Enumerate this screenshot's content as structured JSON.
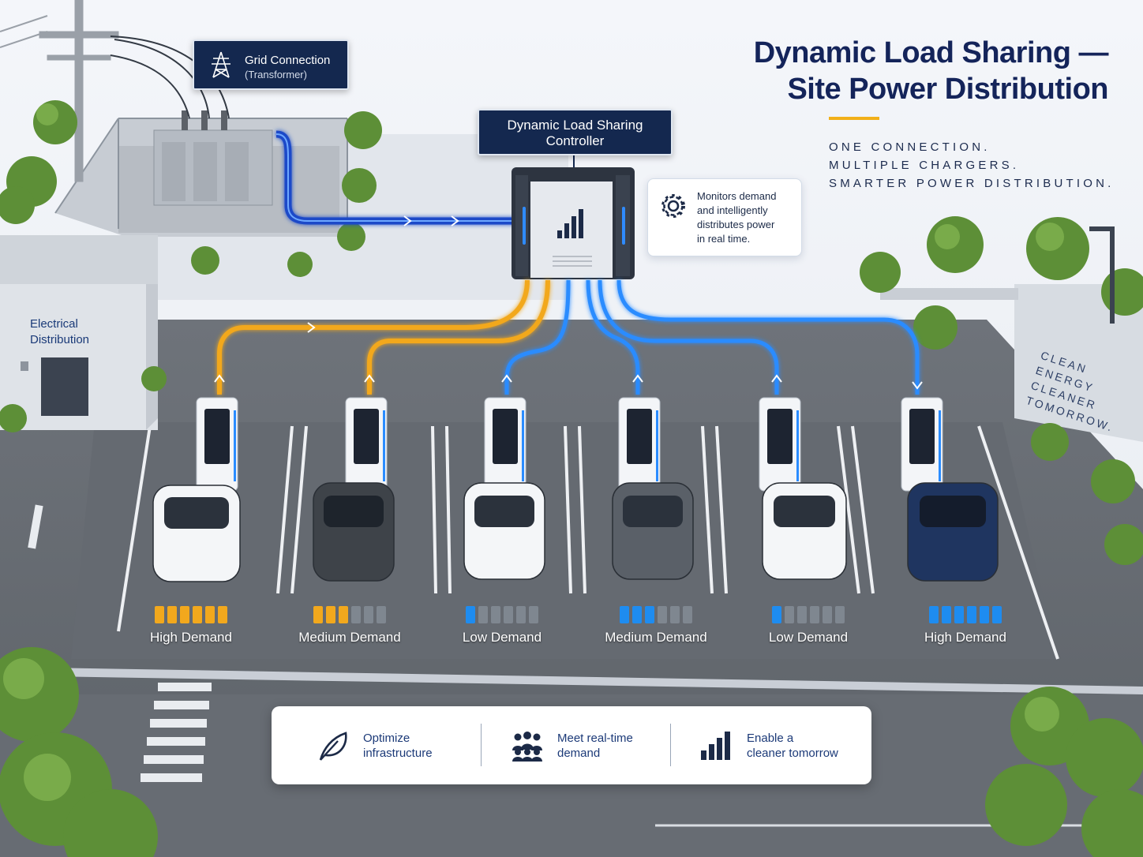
{
  "title": {
    "line1": "Dynamic Load Sharing —",
    "line2": "Site Power Distribution"
  },
  "tagline": [
    "ONE CONNECTION.",
    "MULTIPLE CHARGERS.",
    "SMARTER POWER DISTRIBUTION."
  ],
  "grid_connection": {
    "title": "Grid Connection",
    "subtitle": "(Transformer)",
    "icon": "transmission-tower-icon"
  },
  "controller": {
    "line1": "Dynamic Load Sharing",
    "line2": "Controller"
  },
  "monitor": {
    "icon": "gear-icon",
    "lines": [
      "Monitors demand",
      "and intelligently",
      "distributes power",
      "in real time."
    ]
  },
  "electrical_distribution": {
    "line1": "Electrical",
    "line2": "Distribution"
  },
  "wall_text": [
    "CLEAN",
    "ENERGY",
    "CLEANER",
    "TOMORROW."
  ],
  "chargers": [
    {
      "label": "High Demand",
      "level": 6,
      "total": 6,
      "color": "#f2a81d",
      "car_color": "#f4f6f8"
    },
    {
      "label": "Medium Demand",
      "level": 3,
      "total": 6,
      "color": "#f2a81d",
      "car_color": "#3e4349"
    },
    {
      "label": "Low Demand",
      "level": 1,
      "total": 6,
      "color": "#1e8cf0",
      "car_color": "#f4f6f8"
    },
    {
      "label": "Medium Demand",
      "level": 3,
      "total": 6,
      "color": "#1e8cf0",
      "car_color": "#5a6068"
    },
    {
      "label": "Low Demand",
      "level": 1,
      "total": 6,
      "color": "#1e8cf0",
      "car_color": "#f4f6f8"
    },
    {
      "label": "High Demand",
      "level": 6,
      "total": 6,
      "color": "#1e8cf0",
      "car_color": "#1f3560"
    }
  ],
  "benefits": [
    {
      "icon": "leaf-icon",
      "line1": "Optimize",
      "line2": "infrastructure"
    },
    {
      "icon": "people-icon",
      "line1": "Meet real-time",
      "line2": "demand"
    },
    {
      "icon": "bar-chart-icon",
      "line1": "Enable a",
      "line2": "cleaner tomorrow"
    }
  ],
  "colors": {
    "navy": "#14284f",
    "orange": "#f2a81d",
    "blue": "#1e8cf0",
    "accent": "#f2b019"
  }
}
